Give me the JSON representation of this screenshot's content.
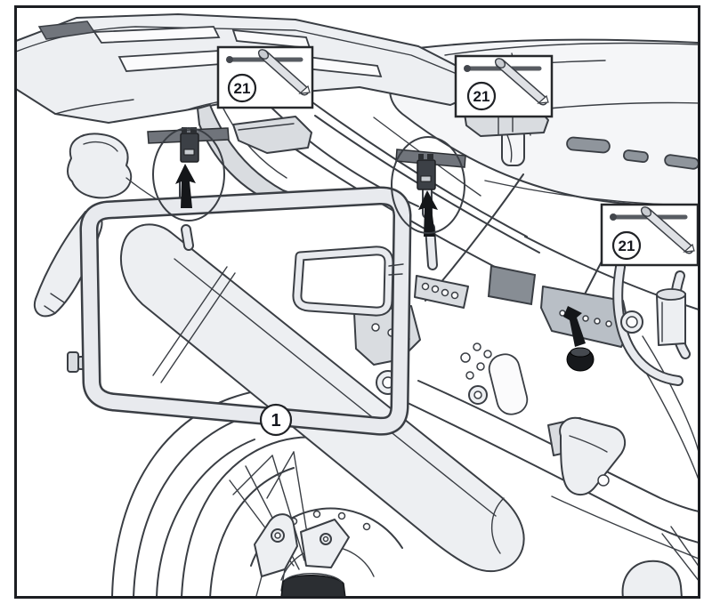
{
  "figure": {
    "type": "technical-line-drawing",
    "subject": "Motorcycle rear three-quarter view showing side-case rack mounting points",
    "callouts": [
      {
        "id": "screw-callout-top-left",
        "label": "21",
        "content": "fixing-screw"
      },
      {
        "id": "screw-callout-top-center",
        "label": "21",
        "content": "fixing-screw"
      },
      {
        "id": "screw-callout-right",
        "label": "21",
        "content": "fixing-screw"
      }
    ],
    "part_label": {
      "id": "rack-frame",
      "label": "1"
    },
    "colors": {
      "outline": "#3a3e44",
      "frame_border": "#1c1e22",
      "panel_fill": "#edeff2",
      "mid_fill": "#d9dce0",
      "bracket_fill": "#b9bfc6",
      "dark_fill": "#3c4046",
      "black": "#141619",
      "white": "#ffffff"
    }
  }
}
